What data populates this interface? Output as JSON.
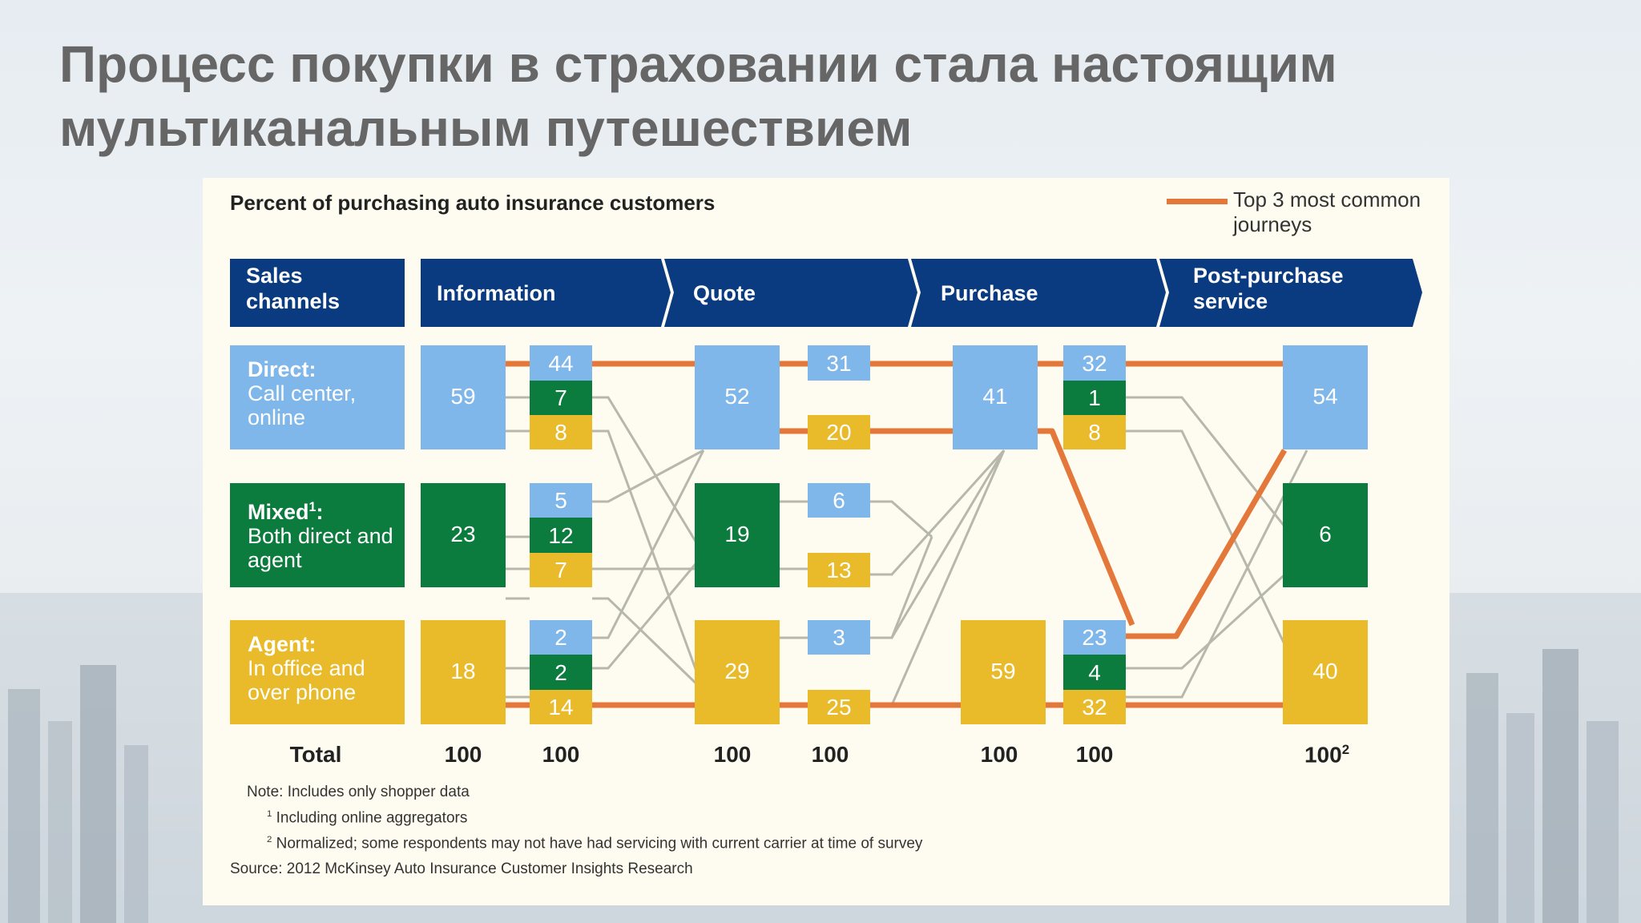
{
  "title": "Процесс покупки в страховании стала настоящим мультиканальным путешествием",
  "chart_title": "Percent of purchasing auto insurance customers",
  "legend": {
    "label": "Top 3 most common journeys",
    "color": "#e4773a"
  },
  "colors": {
    "direct": "#7fb7ea",
    "mixed": "#0b7c3e",
    "agent": "#e9bb2a",
    "header": "#0a3b80",
    "journey": "#e4773a",
    "connector": "#b7b7ae"
  },
  "header": {
    "sales_channels": "Sales channels",
    "stages": [
      "Information",
      "Quote",
      "Purchase",
      "Post-purchase service"
    ]
  },
  "channels": [
    {
      "key": "direct",
      "name": "Direct:",
      "desc": "Call center, online"
    },
    {
      "key": "mixed",
      "name": "Mixed",
      "sup": "1",
      "suffix": ":",
      "desc": "Both direct and agent"
    },
    {
      "key": "agent",
      "name": "Agent:",
      "desc": "In office and over phone"
    }
  ],
  "values": {
    "information": {
      "direct": "59",
      "mixed": "23",
      "agent": "18"
    },
    "information_to_quote": {
      "direct": [
        "44",
        "7",
        "8"
      ],
      "mixed": [
        "5",
        "12",
        "7"
      ],
      "agent": [
        "2",
        "2",
        "14"
      ]
    },
    "quote": {
      "direct": "52",
      "mixed": "19",
      "agent": "29"
    },
    "quote_to_purchase": [
      "31",
      "20",
      "6",
      "13",
      "3",
      "25"
    ],
    "purchase": {
      "direct": "41",
      "agent": "59"
    },
    "purchase_to_service": {
      "direct": [
        "32",
        "1",
        "8"
      ],
      "agent": [
        "23",
        "4",
        "32"
      ]
    },
    "service": {
      "direct": "54",
      "mixed": "6",
      "agent": "40"
    }
  },
  "totals": {
    "label": "Total",
    "values": [
      "100",
      "100",
      "100",
      "100",
      "100",
      "100"
    ],
    "last_value": "100",
    "last_sup": "2"
  },
  "notes": {
    "note": "Note: Includes only shopper data",
    "fn1": "Including online aggregators",
    "fn1_mark": "1",
    "fn2": "Normalized; some respondents may not have had servicing with current carrier at time of survey",
    "fn2_mark": "2",
    "source": "Source: 2012 McKinsey Auto Insurance Customer Insights Research"
  }
}
